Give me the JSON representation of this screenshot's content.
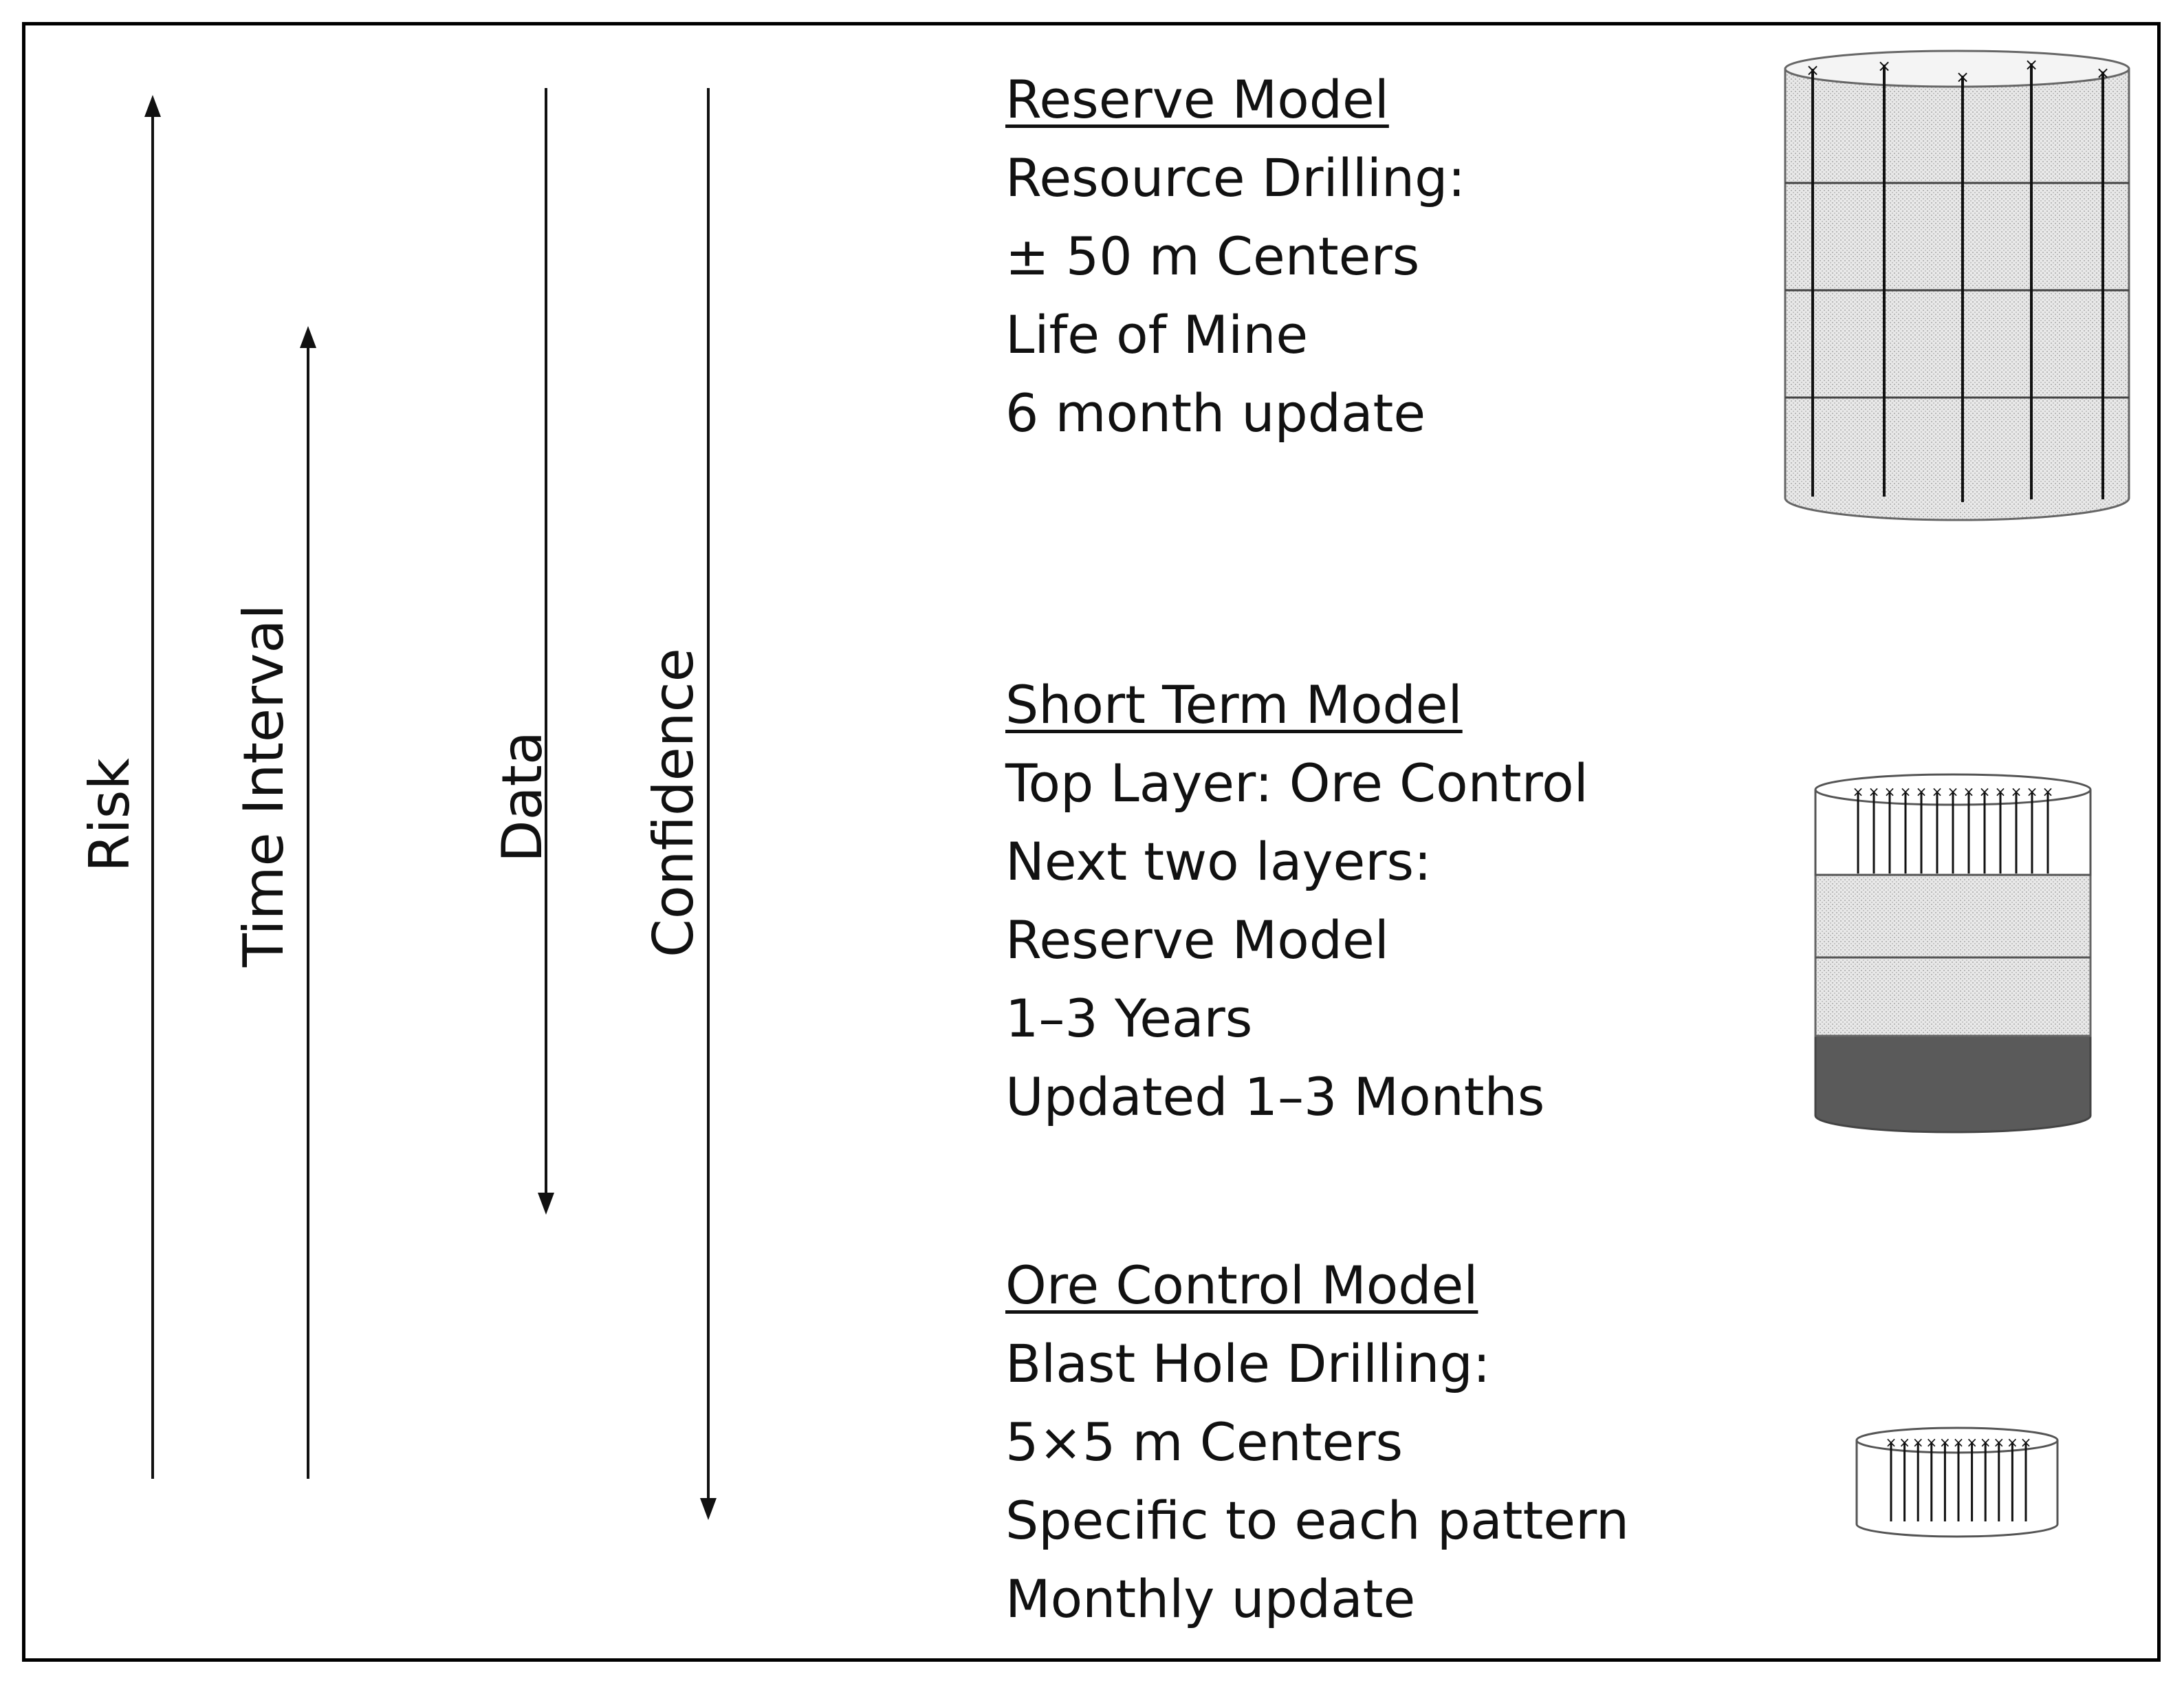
{
  "axes": [
    {
      "id": "risk",
      "label": "Risk",
      "direction": "up"
    },
    {
      "id": "time_interval",
      "label": "Time Interval",
      "direction": "up"
    },
    {
      "id": "data",
      "label": "Data",
      "direction": "down"
    },
    {
      "id": "confidence",
      "label": "Confidence",
      "direction": "down"
    }
  ],
  "models": [
    {
      "heading": "Reserve Model",
      "lines": [
        "Resource Drilling:",
        "± 50  m Centers",
        "Life of Mine",
        "6 month update"
      ]
    },
    {
      "heading": "Short Term Model",
      "lines": [
        "Top Layer: Ore Control",
        "Next two layers:",
        "Reserve Model",
        "1–3 Years",
        "Updated 1–3 Months"
      ]
    },
    {
      "heading": "Ore Control Model",
      "lines": [
        "Blast Hole Drilling:",
        "5×5 m Centers",
        "Specific to each pattern",
        "Monthly update"
      ]
    }
  ],
  "colors": {
    "line": "#111111",
    "stipple_fill": "#e6e6e6",
    "dark_layer": "#5a5a5a"
  }
}
